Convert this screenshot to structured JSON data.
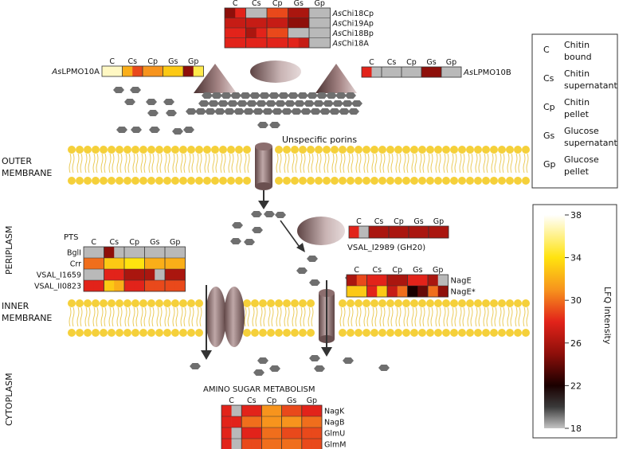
{
  "colors": {
    "membrane_head": "#F5D03A",
    "membrane_tail": "#E8C64A",
    "hexagon": "#6F6F6F",
    "protein": "#8C6E6E",
    "arrow": "#333333",
    "missing": "#B9B9B9",
    "scale": [
      "#BDBDBD",
      "#2A0A08",
      "#8E0F0A",
      "#E2231A",
      "#F7941D",
      "#FFE30F",
      "#FFFFFF"
    ]
  },
  "column_headers": [
    "C",
    "Cs",
    "Cp",
    "Gs",
    "Gp"
  ],
  "labels": {
    "outer_membrane": [
      "OUTER",
      "MEMBRANE"
    ],
    "inner_membrane": [
      "INNER",
      "MEMBRANE"
    ],
    "periplasm": "PERIPLASM",
    "cytoplasm": "CYTOPLASM",
    "porins": "Unspecific porins",
    "pts": "PTS",
    "amino_sugar": "AMINO SUGAR METABOLISM",
    "gh20": "VSAL_I2989 (GH20)"
  },
  "legend": {
    "items": [
      {
        "code": "C",
        "desc": [
          "Chitin",
          "bound"
        ]
      },
      {
        "code": "Cs",
        "desc": [
          "Chitin",
          "supernatant"
        ]
      },
      {
        "code": "Cp",
        "desc": [
          "Chitin",
          "pellet"
        ]
      },
      {
        "code": "Gs",
        "desc": [
          "Glucose",
          "supernatant"
        ]
      },
      {
        "code": "Gp",
        "desc": [
          "Glucose",
          "pellet"
        ]
      }
    ]
  },
  "colorbar": {
    "title": "LFQ Intensity",
    "ticks": [
      "38",
      "34",
      "30",
      "26",
      "22",
      "18"
    ],
    "min": 18,
    "max": 38
  },
  "chart_data": {
    "type": "heatmap",
    "note_scale": "LFQ Intensity 18-38; null = not detected (grey)",
    "columns": [
      "C",
      "Cs",
      "Cp",
      "Gs",
      "Gp"
    ],
    "blocks": [
      {
        "name": "chitinases",
        "rows": [
          {
            "label_prefix": "As",
            "label_suffix": "Chi18Cp",
            "values": [
              [
                25,
                28
              ],
              [
                null,
                null
              ],
              [
                29,
                29
              ],
              [
                26,
                26
              ],
              [
                null,
                null
              ]
            ]
          },
          {
            "label_prefix": "As",
            "label_suffix": "Chi19Ap",
            "values": [
              [
                27,
                27
              ],
              [
                27,
                27
              ],
              [
                27,
                27
              ],
              [
                25,
                25
              ],
              [
                null,
                null
              ]
            ]
          },
          {
            "label_prefix": "As",
            "label_suffix": "Chi18Bp",
            "values": [
              [
                28,
                28
              ],
              [
                26,
                28
              ],
              [
                29,
                29
              ],
              [
                null,
                null
              ],
              [
                null,
                null
              ]
            ]
          },
          {
            "label_prefix": "As",
            "label_suffix": "Chi18A",
            "values": [
              [
                28,
                28
              ],
              [
                28,
                28
              ],
              [
                28,
                28
              ],
              [
                28,
                27
              ],
              [
                null,
                null
              ]
            ]
          }
        ]
      },
      {
        "name": "lpmo10a",
        "rows": [
          {
            "label_prefix": "As",
            "label_suffix": "LPMO10A",
            "values": [
              [
                37,
                37
              ],
              [
                32,
                29
              ],
              [
                31,
                31
              ],
              [
                33,
                33
              ],
              [
                25,
                35
              ]
            ]
          }
        ]
      },
      {
        "name": "lpmo10b",
        "rows": [
          {
            "label_prefix": "As",
            "label_suffix": "LPMO10B",
            "values": [
              [
                28,
                null
              ],
              [
                null,
                null
              ],
              [
                null,
                null
              ],
              [
                25,
                25
              ],
              [
                null,
                null
              ]
            ]
          }
        ]
      },
      {
        "name": "gh20",
        "rows": [
          {
            "label": "",
            "values": [
              [
                28,
                null
              ],
              [
                26,
                26
              ],
              [
                26,
                26
              ],
              [
                26,
                26
              ],
              [
                26,
                26
              ]
            ]
          }
        ]
      },
      {
        "name": "pts",
        "rows": [
          {
            "label": "BglI",
            "values": [
              [
                null,
                null
              ],
              [
                25,
                null
              ],
              [
                null,
                null
              ],
              [
                null,
                null
              ],
              [
                null,
                null
              ]
            ]
          },
          {
            "label": "Crr",
            "values": [
              [
                30,
                30
              ],
              [
                33,
                33
              ],
              [
                34,
                34
              ],
              [
                32,
                32
              ],
              [
                32,
                32
              ]
            ]
          },
          {
            "label": "VSAL_I1659",
            "values": [
              [
                null,
                null
              ],
              [
                28,
                28
              ],
              [
                26,
                26
              ],
              [
                26,
                null
              ],
              [
                26,
                26
              ]
            ]
          },
          {
            "label": "VSAL_II0823",
            "values": [
              [
                28,
                28
              ],
              [
                33,
                32
              ],
              [
                28,
                28
              ],
              [
                29,
                29
              ],
              [
                29,
                29
              ]
            ]
          }
        ]
      },
      {
        "name": "nag",
        "rows": [
          {
            "label": "NagE",
            "values": [
              [
                26,
                29
              ],
              [
                28,
                28
              ],
              [
                26,
                26
              ],
              [
                28,
                28
              ],
              [
                26,
                null
              ]
            ]
          },
          {
            "label": "NagE*",
            "values": [
              [
                33,
                33
              ],
              [
                28,
                33
              ],
              [
                27,
                30
              ],
              [
                22,
                24
              ],
              [
                30,
                25
              ]
            ]
          }
        ]
      },
      {
        "name": "amino_sugar",
        "rows": [
          {
            "label": "NagK",
            "values": [
              [
                28,
                null
              ],
              [
                28,
                28
              ],
              [
                31,
                31
              ],
              [
                29,
                29
              ],
              [
                28,
                28
              ]
            ]
          },
          {
            "label": "NagB",
            "values": [
              [
                28,
                28
              ],
              [
                30,
                30
              ],
              [
                31,
                31
              ],
              [
                31,
                31
              ],
              [
                30,
                30
              ]
            ]
          },
          {
            "label": "GlmU",
            "values": [
              [
                28,
                null
              ],
              [
                28,
                28
              ],
              [
                30,
                30
              ],
              [
                29,
                29
              ],
              [
                29,
                29
              ]
            ]
          },
          {
            "label": "GlmM",
            "values": [
              [
                28,
                null
              ],
              [
                29,
                29
              ],
              [
                30,
                30
              ],
              [
                30,
                30
              ],
              [
                29,
                29
              ]
            ]
          }
        ]
      }
    ]
  }
}
